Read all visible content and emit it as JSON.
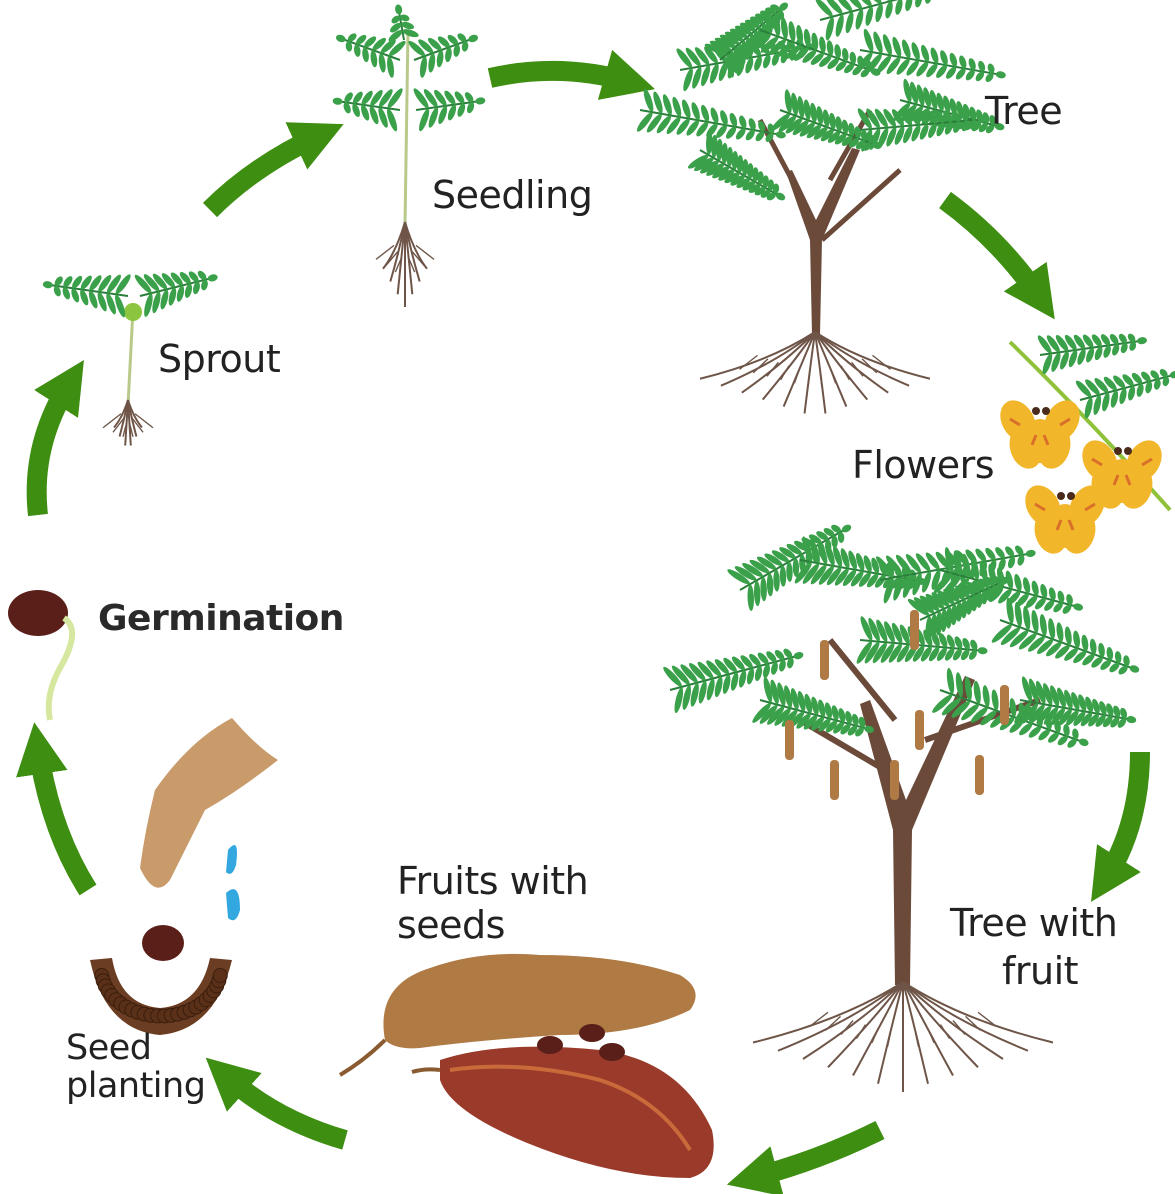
{
  "labels": {
    "sprout": "Sprout",
    "seedling": "Seedling",
    "tree": "Tree",
    "flowers": "Flowers",
    "tree_with_fruit_line1": "Tree with",
    "tree_with_fruit_line2": "fruit",
    "fruits_with_seeds_line1": "Fruits with",
    "fruits_with_seeds_line2": "seeds",
    "seed_planting_line1": "Seed",
    "seed_planting_line2": "planting",
    "germination": "Germination"
  },
  "colors": {
    "arrow": "#3e8e12",
    "leaf": "#3aa04a",
    "leaf_dark": "#2a7f3a",
    "trunk": "#6b4a3a",
    "root": "#6e5548",
    "flower": "#f2b62a",
    "flower_streak": "#d9702a",
    "pod": "#b07a45",
    "pod_open": "#7a2a22",
    "seed": "#5b1f1a",
    "soil": "#6b3d22",
    "hand": "#c99a6a",
    "water": "#33a8e0",
    "sprout_seed": "#8cc63e"
  },
  "stages": [
    "sprout",
    "seedling",
    "tree",
    "flowers",
    "tree-with-fruit",
    "fruits-with-seeds",
    "seed-planting",
    "germination"
  ]
}
